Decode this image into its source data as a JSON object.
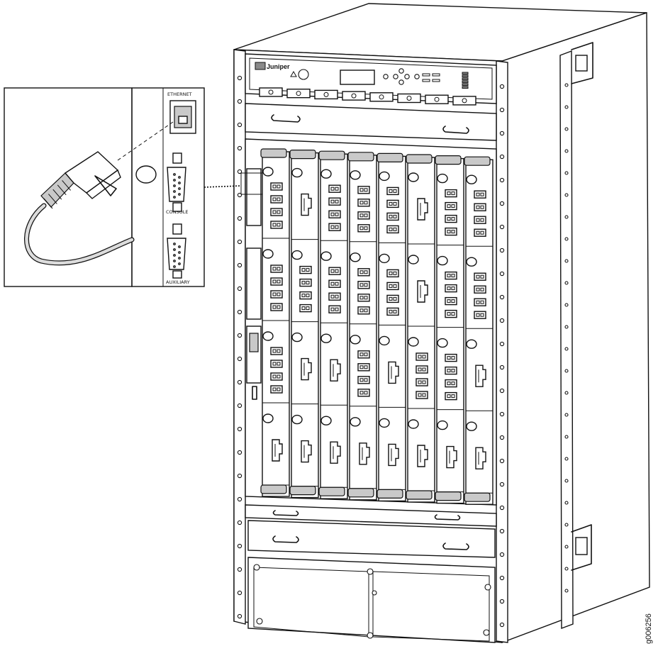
{
  "diagram": {
    "figure_id": "g006256",
    "brand": "Juniper",
    "labels": {
      "ethernet": "ETHERNET",
      "console": "CONSOLE",
      "auxiliary": "AUXILIARY"
    },
    "colors": {
      "line": "#111111",
      "background": "#ffffff",
      "shade": "#c9c9c9"
    }
  }
}
